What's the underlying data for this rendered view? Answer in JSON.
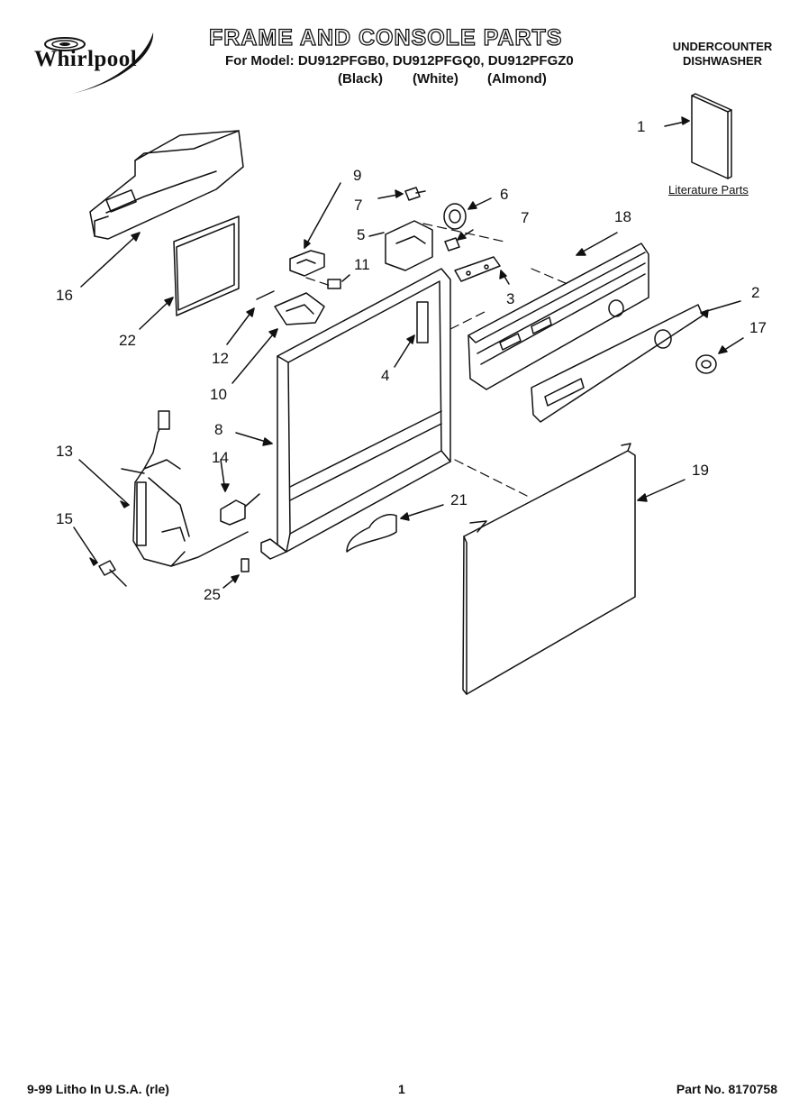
{
  "header": {
    "brand": "Whirlpool",
    "title": "FRAME AND CONSOLE PARTS",
    "models_line": "For Model: DU912PFGB0, DU912PFGQ0, DU912PFGZ0",
    "colors": [
      "(Black)",
      "(White)",
      "(Almond)"
    ],
    "product_type": [
      "UNDERCOUNTER",
      "DISHWASHER"
    ]
  },
  "literature_label": "Literature Parts",
  "callouts": [
    "1",
    "2",
    "3",
    "4",
    "5",
    "6",
    "7",
    "7",
    "8",
    "9",
    "10",
    "11",
    "12",
    "13",
    "14",
    "15",
    "16",
    "17",
    "18",
    "19",
    "21",
    "22",
    "25"
  ],
  "footer": {
    "left": "9-99 Litho In U.S.A. (rle)",
    "center": "1",
    "right": "Part No. 8170758"
  }
}
